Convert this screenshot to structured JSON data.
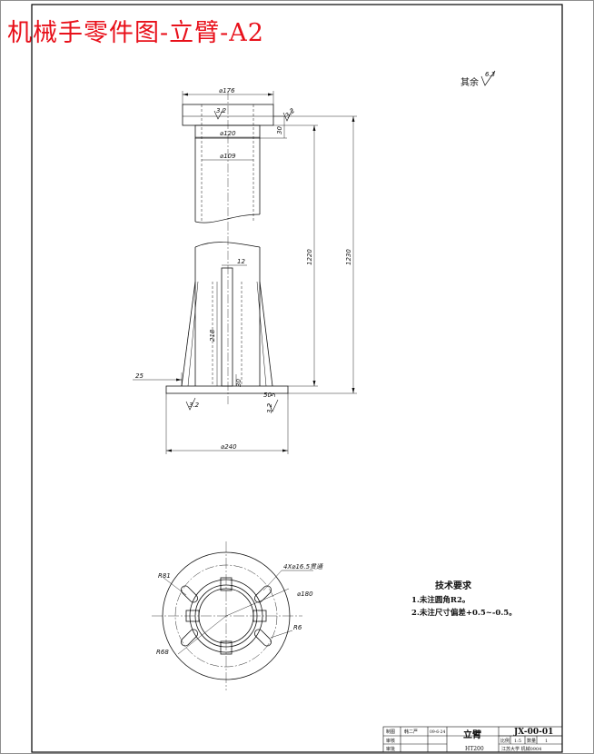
{
  "page_title": "机械手零件图-立臂-A2",
  "roughness_note": {
    "label": "其余",
    "value": "6.3"
  },
  "dimensions": {
    "top_dia": "⌀176",
    "inner_dia_120": "⌀120",
    "inner_dia_109": "⌀109",
    "flange_thk": "30",
    "height_1220": "1220",
    "height_1230": "1230",
    "rib_width": "12",
    "rib_height": "218",
    "rib_bottom": "30",
    "edge_25": "25",
    "base_dia": "⌀240",
    "rough_top": "3.2",
    "rough_bottom": "3.2",
    "rough_side": "3.2",
    "rough_side2": "3.2",
    "thin_5": "5",
    "mark_50": "50"
  },
  "plan_view": {
    "holes": "4X⌀16.5贯通",
    "r81": "R81",
    "dia_180": "⌀180",
    "r6": "R6",
    "r68": "R68"
  },
  "tech_req": {
    "title": "技术要求",
    "items": [
      "1.未注圆角R2。",
      "2.未注尺寸偏差+0.5~-0.5。"
    ]
  },
  "title_block": {
    "part_name": "立臂",
    "drawing_no": "JX-00-01",
    "material": "HT200",
    "scale_label": "比例",
    "scale": "1:5",
    "quantity_label": "数量",
    "quantity": "1",
    "org": "江苏大学 机械0904",
    "design_label": "制图",
    "check_label": "审核",
    "approve_label": "审批",
    "designer": "韩二严",
    "date": "09-6-24"
  }
}
